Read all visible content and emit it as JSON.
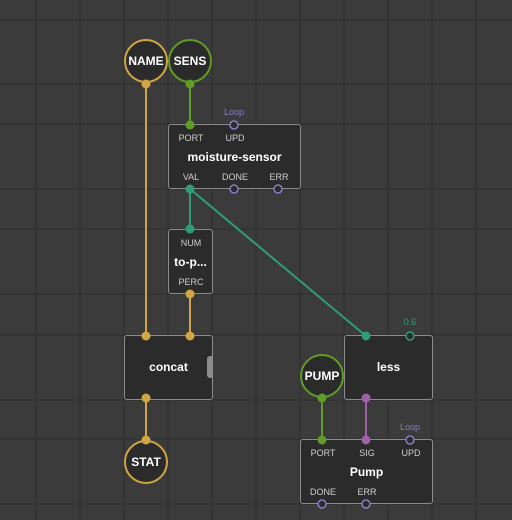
{
  "colors": {
    "background": "#3b3b3b",
    "grid": "#2e2e2e",
    "node_bg": "#2b2b2b",
    "node_border": "#8c8c8c",
    "string_link": "#d1a543",
    "number_link": "#2f9c7a",
    "port_link": "#5f9d27",
    "pulse_link": "#a060a8",
    "pulse_pin": "#8a7dc8",
    "label": "#cfcfcf"
  },
  "bubbles": {
    "name": "NAME",
    "sens": "SENS",
    "pump": "PUMP",
    "stat": "STAT"
  },
  "moisture_sensor": {
    "title": "moisture-sensor",
    "pins_in": [
      "PORT",
      "UPD"
    ],
    "pins_out": [
      "VAL",
      "DONE",
      "ERR"
    ],
    "upd_value": "Loop"
  },
  "to_percent": {
    "title": "to-p...",
    "pin_in": "NUM",
    "pin_out": "PERC"
  },
  "concat": {
    "title": "concat"
  },
  "less": {
    "title": "less",
    "pin_value": "0.6"
  },
  "pump": {
    "title": "Pump",
    "pins_in": [
      "PORT",
      "SIG",
      "UPD"
    ],
    "pins_out": [
      "DONE",
      "ERR"
    ],
    "upd_value": "Loop"
  }
}
